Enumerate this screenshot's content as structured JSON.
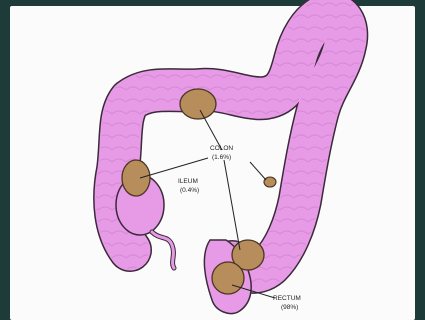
{
  "labels": {
    "colon": {
      "name": "COLON",
      "pct": "(1.6%)"
    },
    "ileum": {
      "name": "ILEUM",
      "pct": "(0.4%)"
    },
    "rectum": {
      "name": "RECTUM",
      "pct": "(98%)"
    }
  },
  "colors": {
    "frame": "#1d3b38",
    "panel": "#fbfbfb",
    "intestine_fill": "#e79be6",
    "intestine_outline": "#3a2a3a",
    "lesion_fill": "#b88d5c",
    "lesion_outline": "#4a3522"
  }
}
